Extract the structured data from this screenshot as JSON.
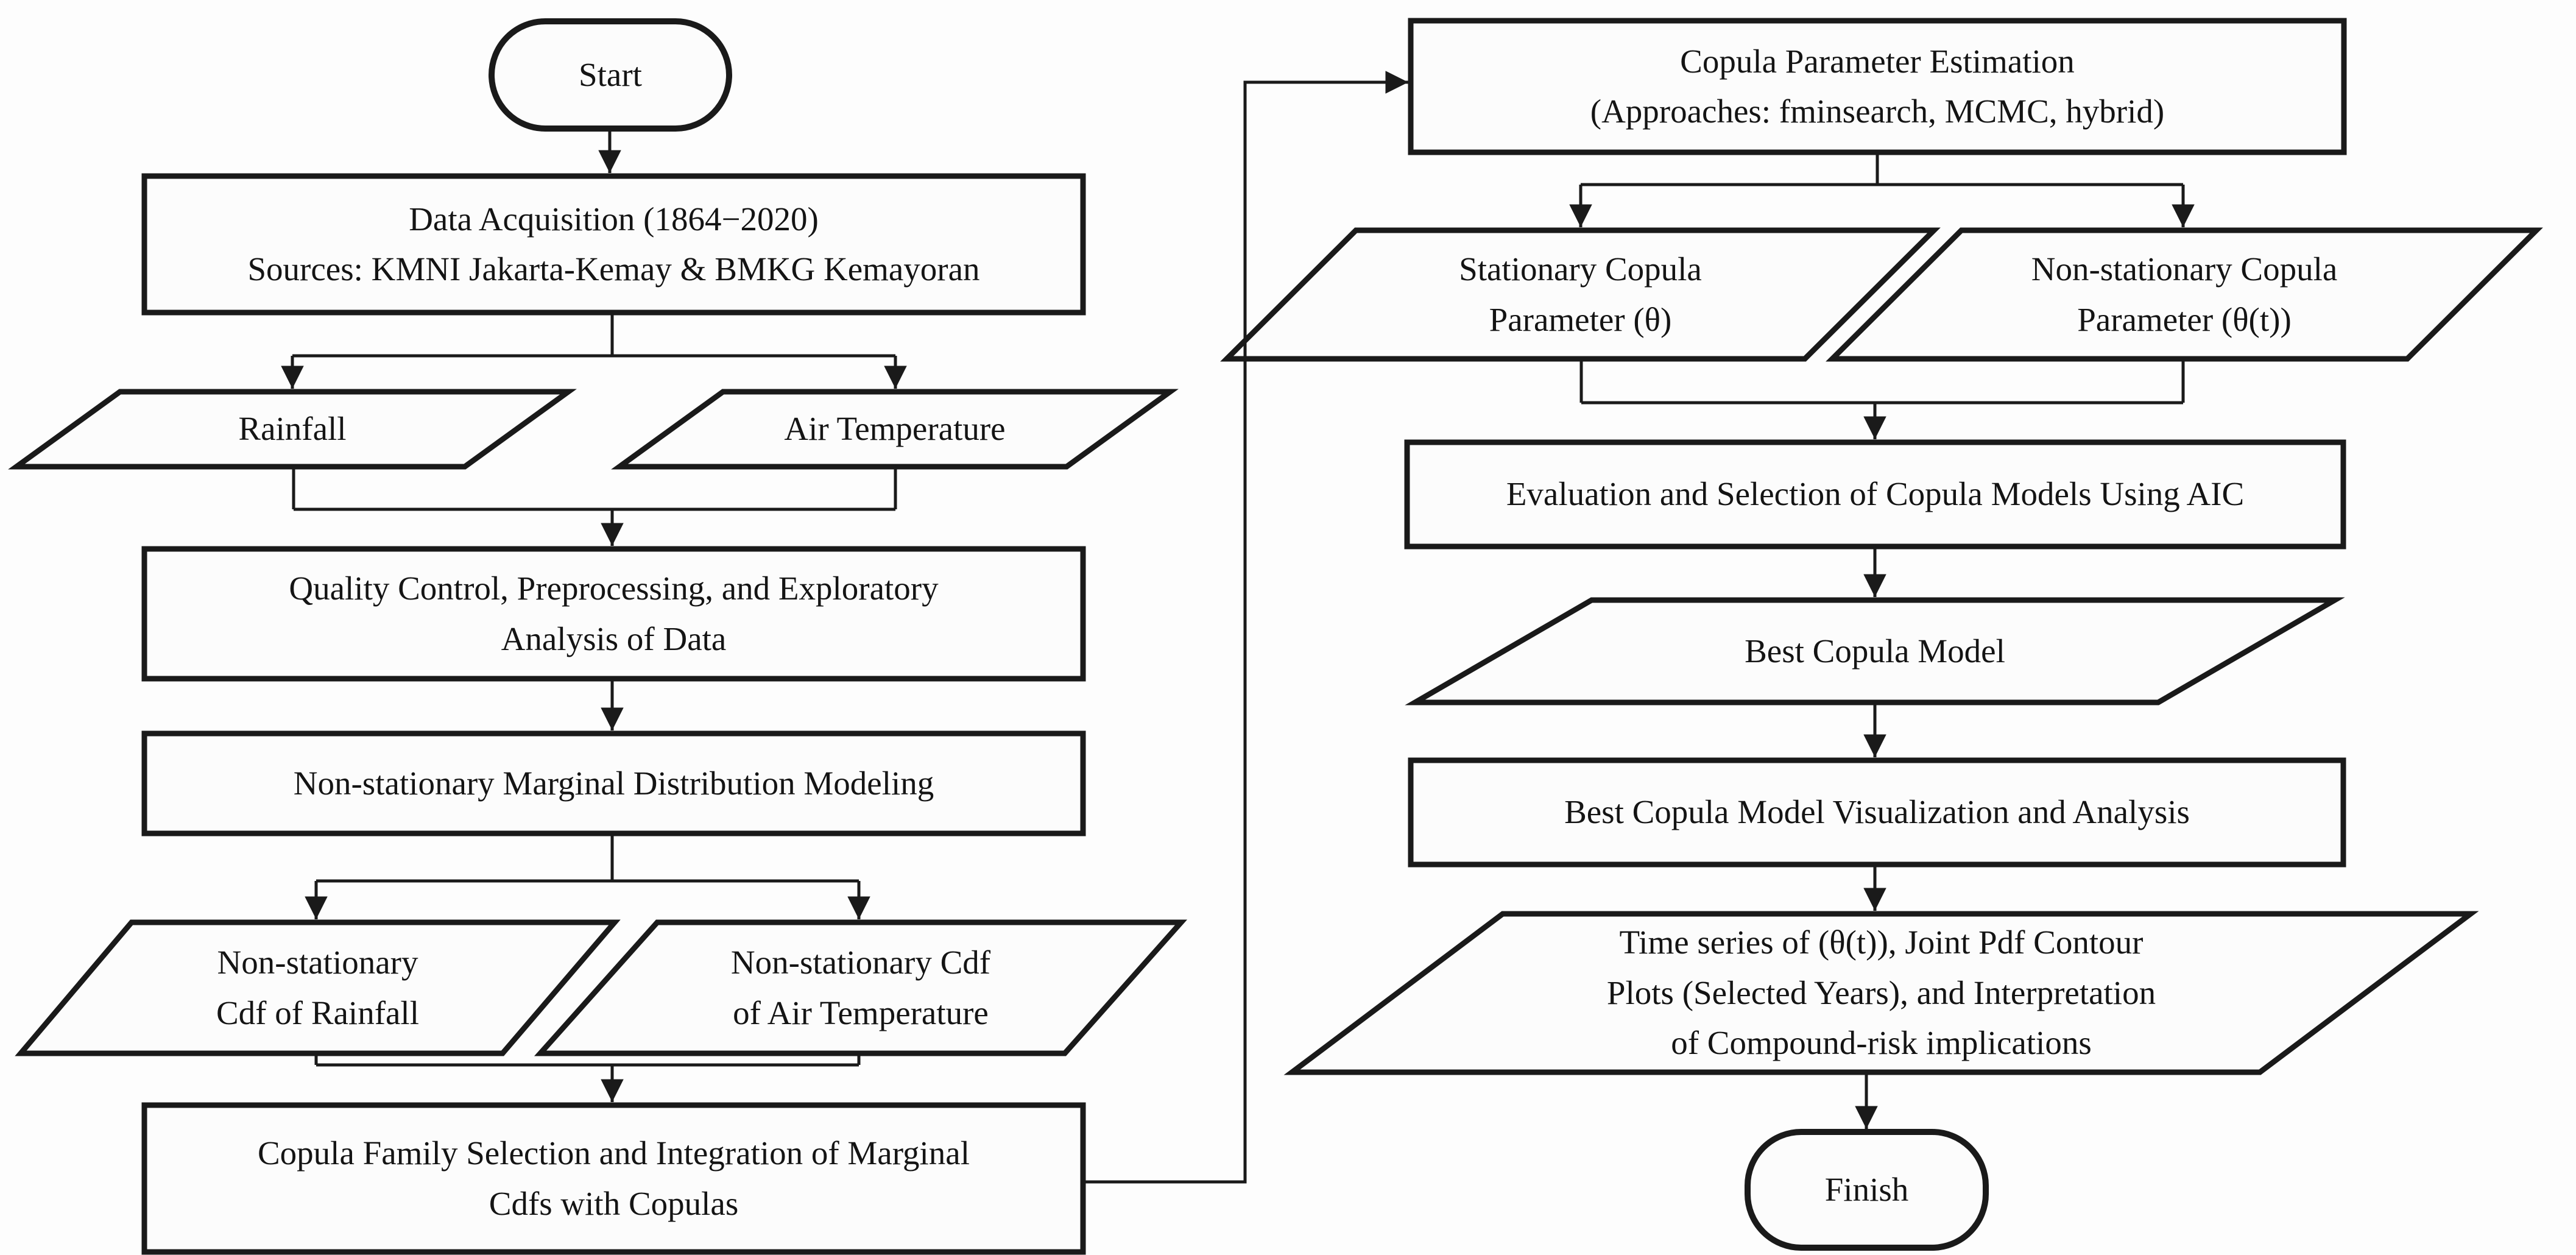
{
  "figure_type": "flowchart",
  "colors": {
    "background": "#fdfdfd",
    "shape_fill": "#fcfcfc",
    "line": "#1a1a1a",
    "text": "#141414"
  },
  "nodes": {
    "start": {
      "type": "terminator",
      "label": "Start"
    },
    "data_acquisition": {
      "type": "process",
      "label": "Data Acquisition (1864−2020)\nSources: KMNI Jakarta-Kemay & BMKG Kemayoran"
    },
    "rainfall": {
      "type": "data",
      "label": "Rainfall"
    },
    "air_temperature": {
      "type": "data",
      "label": "Air Temperature"
    },
    "quality_control": {
      "type": "process",
      "label": "Quality Control, Preprocessing, and Exploratory\nAnalysis of Data"
    },
    "marginal_modeling": {
      "type": "process",
      "label": "Non-stationary Marginal Distribution Modeling"
    },
    "cdf_rainfall": {
      "type": "data",
      "label": "Non-stationary\nCdf of Rainfall"
    },
    "cdf_air_temperature": {
      "type": "data",
      "label": "Non-stationary Cdf\nof Air Temperature"
    },
    "copula_family_selection": {
      "type": "process",
      "label": "Copula Family Selection and Integration of Marginal\nCdfs with Copulas"
    },
    "copula_parameter_estimation": {
      "type": "process",
      "label": "Copula Parameter Estimation\n(Approaches: fminsearch, MCMC, hybrid)"
    },
    "stationary_parameter": {
      "type": "data",
      "label": "Stationary Copula\nParameter (θ)"
    },
    "nonstationary_parameter": {
      "type": "data",
      "label": "Non-stationary Copula\nParameter (θ(t))"
    },
    "evaluation_aic": {
      "type": "process",
      "label": "Evaluation and Selection of Copula Models Using AIC"
    },
    "best_copula_model": {
      "type": "data",
      "label": "Best Copula Model"
    },
    "best_model_visualization": {
      "type": "process",
      "label": "Best Copula Model Visualization and Analysis"
    },
    "results_interpretation": {
      "type": "data",
      "label": "Time series of (θ(t)), Joint Pdf Contour\nPlots (Selected Years), and Interpretation\nof Compound-risk implications"
    },
    "finish": {
      "type": "terminator",
      "label": "Finish"
    }
  },
  "edges": [
    {
      "from": "start",
      "to": "data_acquisition"
    },
    {
      "from": "data_acquisition",
      "to": "rainfall"
    },
    {
      "from": "data_acquisition",
      "to": "air_temperature"
    },
    {
      "from": "rainfall",
      "to": "quality_control"
    },
    {
      "from": "air_temperature",
      "to": "quality_control"
    },
    {
      "from": "quality_control",
      "to": "marginal_modeling"
    },
    {
      "from": "marginal_modeling",
      "to": "cdf_rainfall"
    },
    {
      "from": "marginal_modeling",
      "to": "cdf_air_temperature"
    },
    {
      "from": "cdf_rainfall",
      "to": "copula_family_selection"
    },
    {
      "from": "cdf_air_temperature",
      "to": "copula_family_selection"
    },
    {
      "from": "copula_family_selection",
      "to": "copula_parameter_estimation"
    },
    {
      "from": "copula_parameter_estimation",
      "to": "stationary_parameter"
    },
    {
      "from": "copula_parameter_estimation",
      "to": "nonstationary_parameter"
    },
    {
      "from": "stationary_parameter",
      "to": "evaluation_aic"
    },
    {
      "from": "nonstationary_parameter",
      "to": "evaluation_aic"
    },
    {
      "from": "evaluation_aic",
      "to": "best_copula_model"
    },
    {
      "from": "best_copula_model",
      "to": "best_model_visualization"
    },
    {
      "from": "best_model_visualization",
      "to": "results_interpretation"
    },
    {
      "from": "results_interpretation",
      "to": "finish"
    }
  ]
}
